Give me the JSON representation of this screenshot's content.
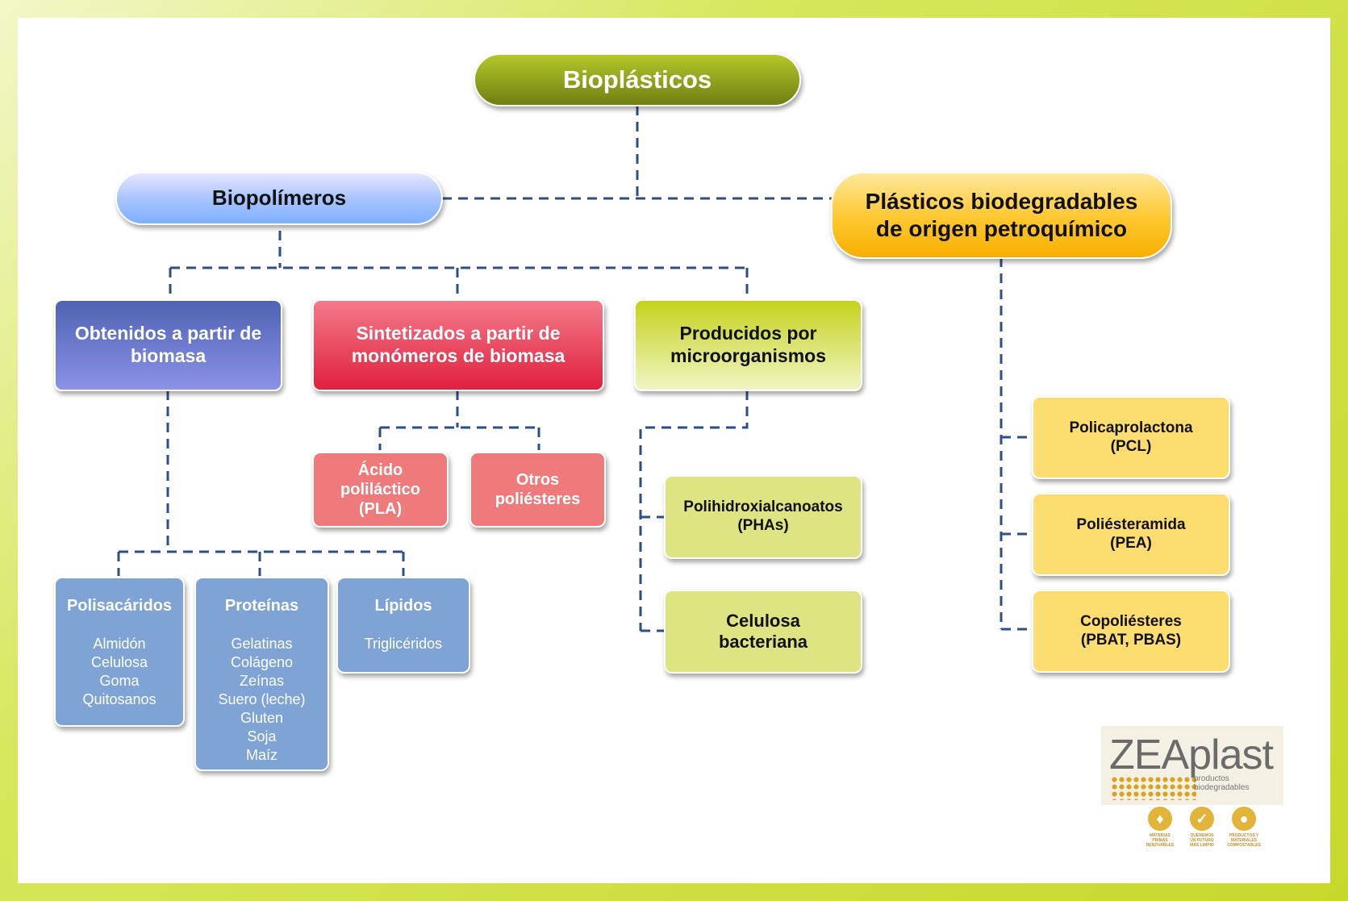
{
  "root": "Bioplásticos",
  "biopolymers": "Biopolímeros",
  "petro": [
    "Plásticos biodegradables",
    "de origen petroquímico"
  ],
  "biomass": [
    "Obtenidos a partir de",
    "biomasa"
  ],
  "synth": [
    "Sintetizados a partir de",
    "monómeros de biomasa"
  ],
  "micro": [
    "Producidos por",
    "microorganismos"
  ],
  "pla": [
    "Ácido",
    "poliláctico",
    "(PLA)"
  ],
  "otros": [
    "Otros",
    "poliésteres"
  ],
  "polisacaridos": {
    "title": "Polisacáridos",
    "items": [
      "Almidón",
      "Celulosa",
      "Goma",
      "Quitosanos"
    ]
  },
  "proteinas": {
    "title": "Proteínas",
    "items": [
      "Gelatinas",
      "Colágeno",
      "Zeínas",
      "Suero (leche)",
      "Gluten",
      "Soja",
      "Maíz"
    ]
  },
  "lipidos": {
    "title": "Lípidos",
    "items": [
      "Triglicéridos"
    ]
  },
  "phas": [
    "Polihidroxialcanoatos",
    "(PHAs)"
  ],
  "celulosa": [
    "Celulosa",
    "bacteriana"
  ],
  "pcl": [
    "Policaprolactona",
    "(PCL)"
  ],
  "pea": [
    "Poliésteramida",
    "(PEA)"
  ],
  "copol": [
    "Copoliésteres",
    "(PBAT, PBAS)"
  ],
  "logo": {
    "brand": "ZEAplast",
    "tagline": "productos biodegradables",
    "badges": [
      {
        "icon": "leaf-icon",
        "caption": [
          "MATERIAS",
          "PRIMAS",
          "RENOVABLES"
        ]
      },
      {
        "icon": "check-icon",
        "caption": [
          "QUEREMOS",
          "UN FUTURO",
          "MÁS LIMPIO"
        ]
      },
      {
        "icon": "globe-icon",
        "caption": [
          "PRODUCTOS Y",
          "MATERIALES",
          "COMPOSTABLES"
        ]
      }
    ]
  },
  "colors": {
    "connector": "#2f4f86",
    "frame": "#c7d82c"
  }
}
